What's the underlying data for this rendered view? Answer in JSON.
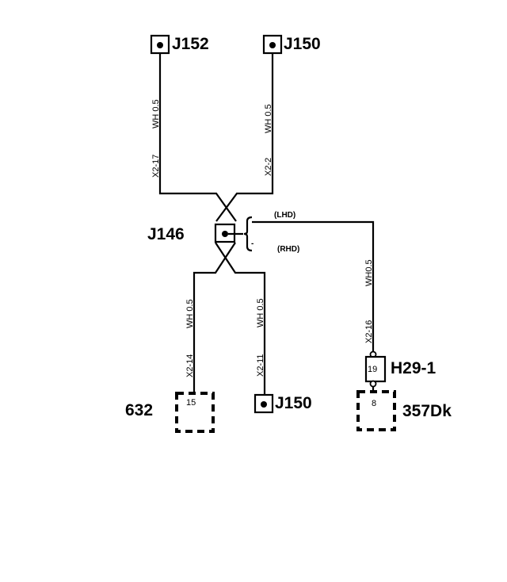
{
  "connectors": {
    "j152": "J152",
    "j150_top": "J150",
    "j146": "J146",
    "j150_bottom": "J150",
    "c632": "632",
    "h29": "H29-1",
    "c357": "357Dk"
  },
  "wires": {
    "left_top_id": "X2-17",
    "left_top_color": "WH 0.5",
    "right_top_id": "X2-2",
    "right_top_color": "WH 0.5",
    "left_bottom_id": "X2-14",
    "left_bottom_color": "WH 0.5",
    "mid_bottom_id": "X2-11",
    "mid_bottom_color": "WH 0.5",
    "h29_id": "X2-16",
    "h29_color": "WH0.5"
  },
  "variants": {
    "lhd": "(LHD)",
    "rhd": "(RHD)",
    "minus": "-"
  },
  "pins": {
    "p15": "15",
    "p19": "19",
    "p8": "8"
  }
}
